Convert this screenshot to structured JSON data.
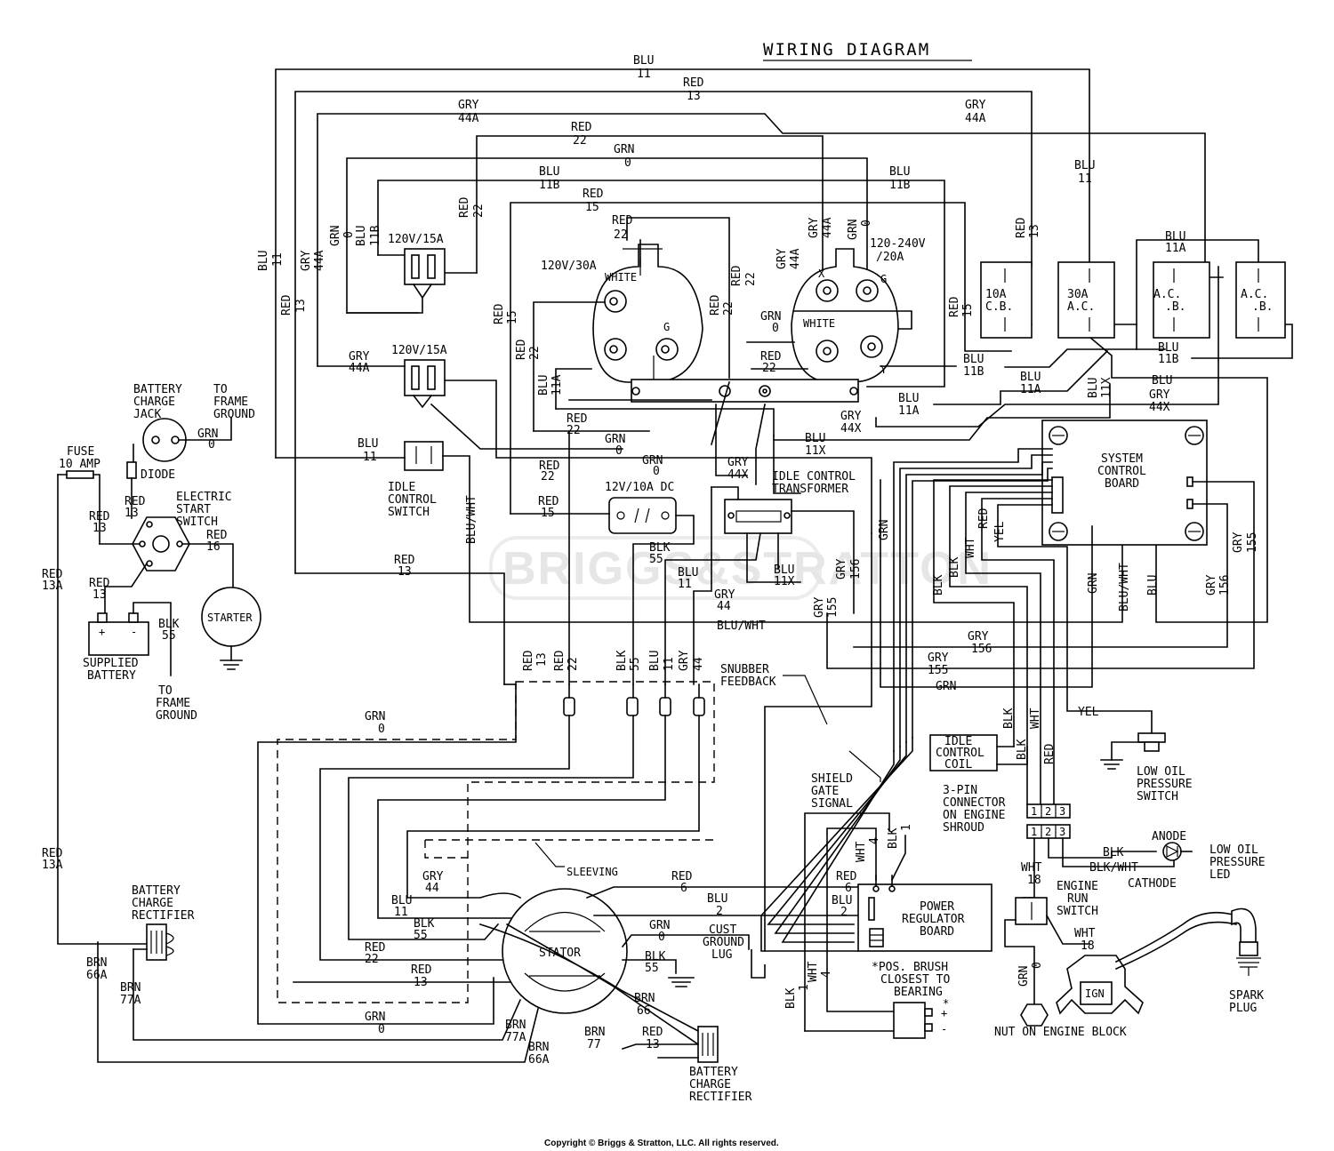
{
  "title": "WIRING DIAGRAM",
  "watermark": "BRIGGS&STRATTON",
  "copyright": "Copyright © Briggs & Stratton, LLC. All rights reserved.",
  "wire_labels": {
    "blu11_top_c": "BLU",
    "blu11_top_n": "11",
    "red13_top_c": "RED",
    "red13_top_n": "13",
    "gry44a_l_c": "GRY",
    "gry44a_l_n": "44A",
    "gry44a_r_c": "GRY",
    "gry44a_r_n": "44A",
    "red22_top_c": "RED",
    "red22_top_n": "22",
    "grn0_top_c": "GRN",
    "grn0_top_n": "0",
    "blu11b_l_c": "BLU",
    "blu11b_l_n": "11B",
    "blu11b_r_c": "BLU",
    "blu11b_r_n": "11B",
    "red15_top_c": "RED",
    "red15_top_n": "15",
    "blu11_cb_c": "BLU",
    "blu11_cb_n": "11",
    "blu11a_top_c": "BLU",
    "blu11a_top_n": "11A",
    "gry44a_idle_c": "GRY",
    "gry44a_idle_n": "44A",
    "blu11_idle_c": "BLU",
    "blu11_idle_n": "11",
    "grn0_mid_c": "GRN",
    "grn0_mid_n": "0",
    "red22_mid_c": "RED",
    "red22_mid_n": "22",
    "grn0_rec_c": "GRN",
    "grn0_rec_n": "0",
    "red22_rec2_c": "RED",
    "red22_rec2_n": "22",
    "grn0_rec2_c": "GRN",
    "grn0_rec2_n": "0",
    "red22_rcpt_c": "RED",
    "red22_rcpt_n": "22",
    "blu11b_mid_c": "BLU",
    "blu11b_mid_n": "11B",
    "blu11b_mid2_c": "BLU",
    "blu11b_mid2_n": "11B",
    "blu11a_mid_c": "BLU",
    "blu11a_mid_n": "11A",
    "blu11a_mid2_c": "BLU",
    "blu11a_mid2_n": "11A",
    "blu_mid_c": "BLU",
    "gry44x_c": "GRY",
    "gry44x_n": "44X",
    "gry44x2_c": "GRY",
    "gry44x2_n": "44X",
    "blu11x_c": "BLU",
    "blu11x_n": "11X",
    "red15_dc_c": "RED",
    "red15_dc_n": "15",
    "blk55_dc_c": "BLK",
    "blk55_dc_n": "55",
    "blu11_dc_c": "BLU",
    "blu11_dc_n": "11",
    "blu11x_tr_c": "BLU",
    "blu11x_tr_n": "11X",
    "gry44_dc_c": "GRY",
    "gry44_dc_n": "44",
    "red13_mid_c": "RED",
    "red13_mid_n": "13",
    "bluwht_c": "BLU/WHT",
    "bluwht2_c": "BLU/WHT",
    "gry156_c": "GRY",
    "gry156_n": "156",
    "gry155_c": "GRY",
    "gry155_n": "155",
    "grn_sys_c": "GRN",
    "grn0_stat_c": "GRN",
    "grn0_stat_n": "0",
    "gry44_stat_c": "GRY",
    "gry44_stat_n": "44",
    "red6_c": "RED",
    "red6_n": "6",
    "blu2_c": "BLU",
    "blu2_n": "2",
    "blu11_stat_c": "BLU",
    "blu11_stat_n": "11",
    "blk55_stat_c": "BLK",
    "blk55_stat_n": "55",
    "red22_stat_c": "RED",
    "red22_stat_n": "22",
    "red13_stat_c": "RED",
    "red13_stat_n": "13",
    "grn0_stat2_c": "GRN",
    "grn0_stat2_n": "0",
    "grn0_gnd_c": "GRN",
    "grn0_gnd_n": "0",
    "blk55_gnd_c": "BLK",
    "blk55_gnd_n": "55",
    "brn66_c": "BRN",
    "brn66_n": "66",
    "brn77_c": "BRN",
    "brn77_n": "77",
    "red13_rect_c": "RED",
    "red13_rect_n": "13",
    "brn77a_c": "BRN",
    "brn77a_n": "77A",
    "brn66a_c": "BRN",
    "brn66a_n": "66A",
    "brn66a_l_c": "BRN",
    "brn66a_l_n": "66A",
    "brn77a_l_c": "BRN",
    "brn77a_l_n": "77A",
    "red13a_c": "RED",
    "red13a_n": "13A",
    "red13a_2_c": "RED",
    "red13a_2_n": "13A",
    "red13_sw_c": "RED",
    "red13_sw_n": "13",
    "red13_bat_c": "RED",
    "red13_bat_n": "13",
    "red16_c": "RED",
    "red16_n": "16",
    "blk55_bat_c": "BLK",
    "blk55_bat_n": "55",
    "red13_diode_c": "RED",
    "red13_diode_n": "13",
    "grn0_jack_c": "GRN",
    "grn0_jack_n": "0",
    "yel_c": "YEL",
    "blk_ic_c": "BLK",
    "blk_ic2_c": "BLK",
    "wht_c": "WHT",
    "red_c": "RED",
    "blk_sys_c": "BLK",
    "blk_sys2_c": "BLK",
    "wht_sys_c": "WHT",
    "red_sys_c": "RED",
    "yel_sys_c": "YEL",
    "wht18_c": "WHT",
    "wht18_n": "18",
    "wht18b_c": "WHT",
    "wht18b_n": "18",
    "blk_led_c": "BLK",
    "blkwht_led_c": "BLK/WHT",
    "grn0_run_c": "GRN",
    "grn0_run_n": "0",
    "red6_pr_c": "RED",
    "red6_pr_n": "6",
    "blu2_pr_c": "BLU",
    "blu2_pr_n": "2",
    "wht4_c": "WHT",
    "wht4_n": "4",
    "blk1_c": "BLK",
    "blk1_n": "1",
    "blk1b_c": "BLK",
    "blk1b_n": "1",
    "wht4b_c": "WHT",
    "wht4b_n": "4",
    "red13_cb_c": "RED",
    "red13_cb_n": "13",
    "red15_cb_c": "RED",
    "red15_cb_n": "15",
    "red22_r30_c": "RED",
    "red22_r30_n": "22",
    "red22_r30b_c": "RED",
    "red22_r30b_n": "22",
    "red15_r30_c": "RED",
    "red15_r30_n": "15",
    "red22_r30c_c": "RED",
    "red22_r30c_n": "22",
    "blu11a_r30_c": "BLU",
    "blu11a_r30_n": "11A",
    "grn0_r30_c": "GRN",
    "grn0_r30_n": "0",
    "gry44a_r240_c": "GRY",
    "gry44a_r240_n": "44A",
    "gry44a_r240b_c": "GRY",
    "gry44a_r240b_n": "44A",
    "grn0_r240_c": "GRN",
    "grn0_r240_n": "0",
    "blu11_l_c": "BLU",
    "blu11_l_n": "11",
    "gry44a_l2_c": "GRY",
    "gry44a_l2_n": "44A",
    "red13_l_c": "RED",
    "red13_l_n": "13",
    "grn0_rl_c": "GRN",
    "grn0_rl_n": "0",
    "blu11b_rl_c": "BLU",
    "blu11b_rl_n": "11B",
    "red22_rl_c": "RED",
    "red22_rl_n": "22",
    "blu11x_v_c": "BLU",
    "blu11x_v_n": "11X",
    "grn_v_c": "GRN",
    "gry156_v_c": "GRY",
    "gry156_v_n": "156",
    "gry155_v_c": "GRY",
    "gry155_v_n": "155",
    "gry155_v2_c": "GRY",
    "gry155_v2_n": "155",
    "gry156_v2_c": "GRY",
    "gry156_v2_n": "156",
    "blu_v_c": "BLU",
    "bluwht_v_c": "BLU/WHT",
    "grn_v2_c": "GRN",
    "red13_st_c": "RED",
    "red13_st_n": "13",
    "red22_st_c": "RED",
    "red22_st_n": "22",
    "blk55_st_c": "BLK",
    "blk55_st_n": "55",
    "blu11_st_c": "BLU",
    "blu11_st_n": "11",
    "gry44_st_c": "GRY",
    "gry44_st_n": "44",
    "blu11_cb30_c": "BLU",
    "blu11_cb30_n": "11",
    "blu11a_cb_c": "BLU",
    "blu11a_cb_n": "11A",
    "blu_cb_c": "BLU",
    "blu11b_cb_c": "BLU",
    "blu11b_cb_n": "11B"
  },
  "components": {
    "receptacle_120_15_top": "120V/15A",
    "receptacle_120_30": "120V/30A",
    "receptacle_120_240": "120-240V",
    "receptacle_120_240_b": "/20A",
    "receptacle_120_15_idle": "120V/15A",
    "white_1": "WHITE",
    "white_2": "WHITE",
    "g_1": "G",
    "g_2": "G",
    "x": "X",
    "y": "Y",
    "cb_10a": "10A",
    "cb_10a_b": "C.B.",
    "cb_30a": "30A",
    "cb_30a_b": "A.C.",
    "cb_ac1": "A.C.",
    "cb_ac1_b": ".B.",
    "cb_ac2": "A.C.",
    "cb_ac2_b": ".B.",
    "battery_charge_jack_1": "BATTERY",
    "battery_charge_jack_2": "CHARGE",
    "battery_charge_jack_3": "JACK",
    "to_frame_ground_1": "TO",
    "to_frame_ground_2": "FRAME",
    "to_frame_ground_3": "GROUND",
    "fuse_1": "FUSE",
    "fuse_2": "10 AMP",
    "diode": "DIODE",
    "electric_start_1": "ELECTRIC",
    "electric_start_2": "START",
    "electric_start_3": "SWITCH",
    "starter": "STARTER",
    "supplied_battery_1": "SUPPLIED",
    "supplied_battery_2": "BATTERY",
    "to_frame_ground_b1": "TO",
    "to_frame_ground_b2": "FRAME",
    "to_frame_ground_b3": "GROUND",
    "idle_control_switch_1": "IDLE",
    "idle_control_switch_2": "CONTROL",
    "idle_control_switch_3": "SWITCH",
    "dc_12v": "12V/10A DC",
    "idle_transformer_1": "IDLE CONTROL",
    "idle_transformer_2": "TRANSFORMER",
    "system_board_1": "SYSTEM",
    "system_board_2": "CONTROL",
    "system_board_3": "BOARD",
    "snubber_1": "SNUBBER",
    "snubber_2": "FEEDBACK",
    "idle_coil_1": "IDLE",
    "idle_coil_2": "CONTROL",
    "idle_coil_3": "COIL",
    "low_oil_switch_1": "LOW OIL",
    "low_oil_switch_2": "PRESSURE",
    "low_oil_switch_3": "SWITCH",
    "shield_1": "SHIELD",
    "shield_2": "GATE",
    "shield_3": "SIGNAL",
    "connector_1": "3-PIN",
    "connector_2": "CONNECTOR",
    "connector_3": "ON ENGINE",
    "connector_4": "SHROUD",
    "pin_1": "1",
    "pin_2": "2",
    "pin_3": "3",
    "pin_1b": "1",
    "pin_2b": "2",
    "pin_3b": "3",
    "anode": "ANODE",
    "cathode": "CATHODE",
    "low_oil_led_1": "LOW OIL",
    "low_oil_led_2": "PRESSURE",
    "low_oil_led_3": "LED",
    "sleeving": "SLEEVING",
    "stator": "STATOR",
    "power_reg_1": "POWER",
    "power_reg_2": "REGULATOR",
    "power_reg_3": "BOARD",
    "engine_run_1": "ENGINE",
    "engine_run_2": "RUN",
    "engine_run_3": "SWITCH",
    "cust_ground_1": "CUST",
    "cust_ground_2": "GROUND",
    "cust_ground_3": "LUG",
    "brush_1": "*POS. BRUSH",
    "brush_2": "CLOSEST TO",
    "brush_3": "BEARING",
    "brush_star": "*",
    "brush_plus": "+",
    "brush_minus": "-",
    "battery_rect_l1": "BATTERY",
    "battery_rect_l2": "CHARGE",
    "battery_rect_l3": "RECTIFIER",
    "battery_rect_b1": "BATTERY",
    "battery_rect_b2": "CHARGE",
    "battery_rect_b3": "RECTIFIER",
    "ign": "IGN",
    "spark_1": "SPARK",
    "spark_2": "PLUG",
    "nut": "NUT ON ENGINE BLOCK",
    "bat_plus": "+",
    "bat_minus": "-"
  }
}
